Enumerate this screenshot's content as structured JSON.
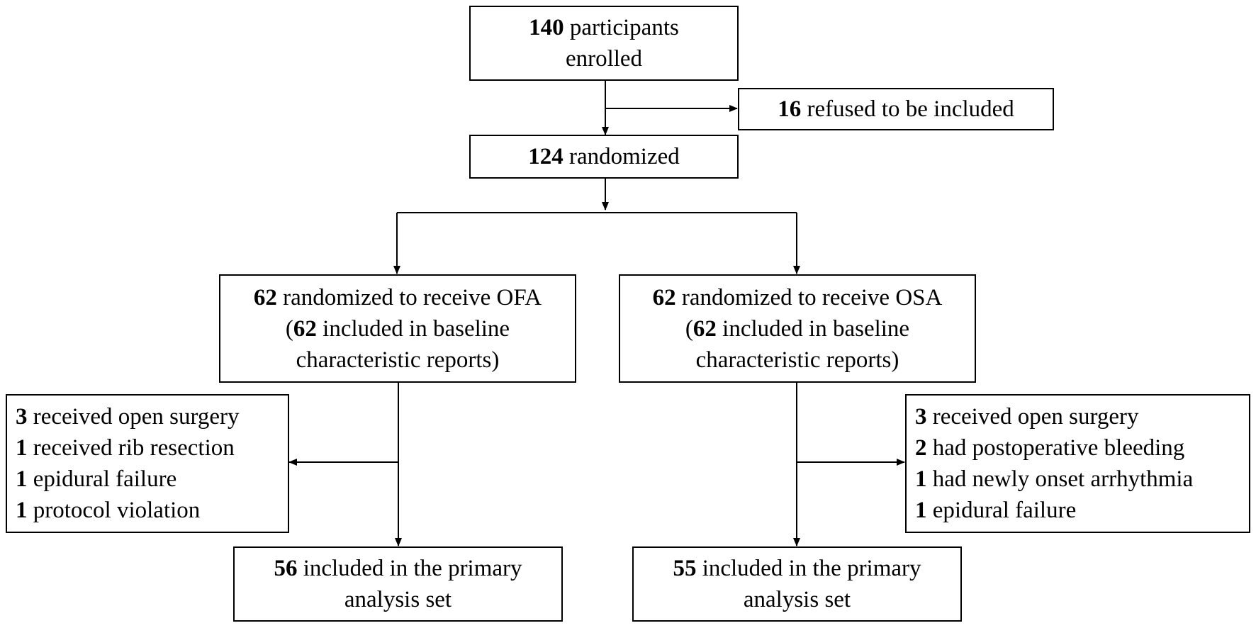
{
  "enrolled": {
    "count": "140",
    "text1": " participants",
    "text2": "enrolled"
  },
  "refused": {
    "count": "16",
    "text": " refused to be included"
  },
  "randomized": {
    "count": "124",
    "text": " randomized"
  },
  "ofa": {
    "count": "62",
    "text1": " randomized to receive OFA",
    "prefix2": "(",
    "count2": "62",
    "text2": " included in baseline",
    "text3": "characteristic reports)"
  },
  "osa": {
    "count": "62",
    "text1": " randomized to receive OSA",
    "prefix2": "(",
    "count2": "62",
    "text2": " included in baseline",
    "text3": "characteristic reports)"
  },
  "ofa_exclusions": [
    {
      "count": "3",
      "text": " received open surgery"
    },
    {
      "count": "1",
      "text": " received rib resection"
    },
    {
      "count": "1",
      "text": " epidural failure"
    },
    {
      "count": "1",
      "text": " protocol violation"
    }
  ],
  "osa_exclusions": [
    {
      "count": "3",
      "text": " received open surgery"
    },
    {
      "count": "2",
      "text": " had postoperative bleeding"
    },
    {
      "count": "1",
      "text": " had newly onset arrhythmia"
    },
    {
      "count": "1",
      "text": " epidural failure"
    }
  ],
  "ofa_primary": {
    "count": "56",
    "text1": " included in the primary",
    "text2": "analysis set"
  },
  "osa_primary": {
    "count": "55",
    "text1": " included in the primary",
    "text2": "analysis set"
  }
}
